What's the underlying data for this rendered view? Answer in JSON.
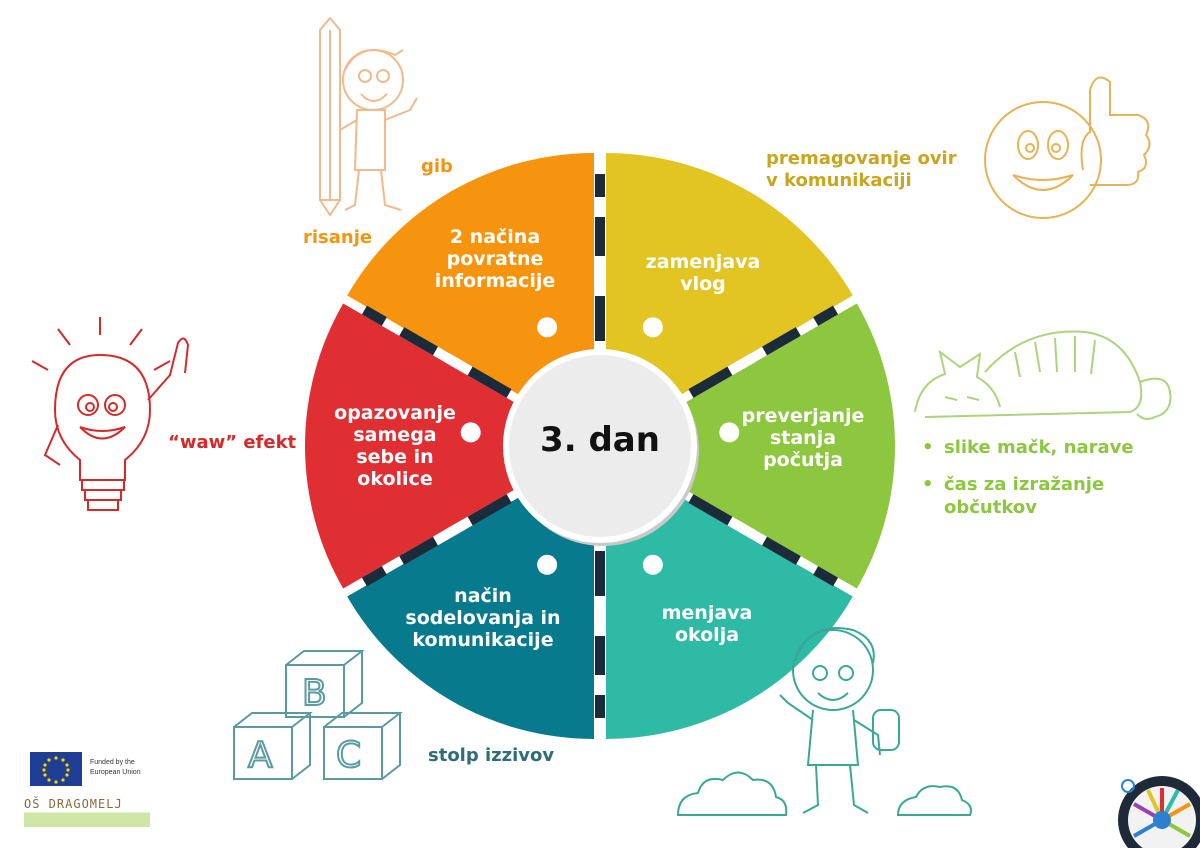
{
  "center": {
    "label": "3. dan"
  },
  "segments": [
    {
      "label": "2 načina\npovratne\ninformacije",
      "color": "#f7940f"
    },
    {
      "label": "zamenjava\nvlog",
      "color": "#e2c523"
    },
    {
      "label": "preverjanje\nstanja\npočutja",
      "color": "#8dc63f"
    },
    {
      "label": "menjava\nokolja",
      "color": "#2fbaa5"
    },
    {
      "label": "način\nsodelovanja in\nkomunikacije",
      "color": "#087a8e"
    },
    {
      "label": "opazovanje\nsamega\nsebe in\nokolice",
      "color": "#e02f33"
    }
  ],
  "notes": {
    "gib": "gib",
    "risanje": "risanje",
    "premagovanje": "premagovanje ovir\nv komunikaciji",
    "waw": "“waw” efekt",
    "stolp": "stolp izzivov"
  },
  "bullets": [
    "slike mačk, narave",
    "čas za izražanje\nobčutkov"
  ],
  "colors": {
    "orange": "#f7940f",
    "yellow": "#c9a520",
    "green": "#8dc63f",
    "teal": "#2fbaa5",
    "blue": "#2d6d79",
    "red": "#d62a2a",
    "hub": "#ececec",
    "spoke": "#1c2b3a"
  },
  "logos": {
    "eu_line1": "Funded by the",
    "eu_line2": "European Union",
    "school": "OŠ DRAGOMELJ"
  },
  "icons": [
    "pencil-boy-icon",
    "thumbs-up-face-icon",
    "lightbulb-icon",
    "sleeping-cat-icon",
    "abc-blocks-icon",
    "waving-boy-icon",
    "eu-flag-icon",
    "project-wheel-logo-icon"
  ]
}
